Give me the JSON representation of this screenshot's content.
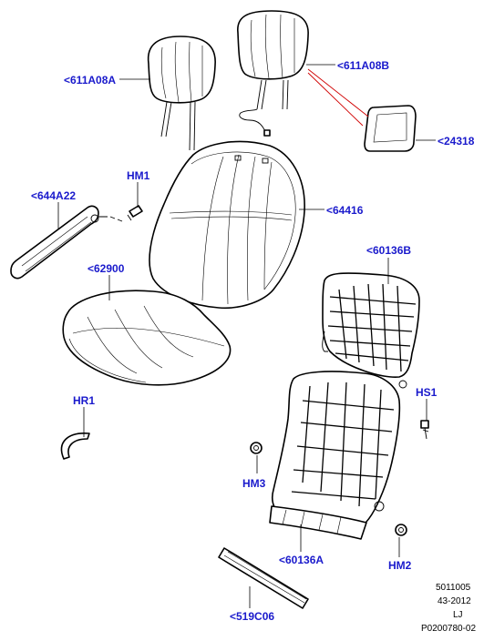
{
  "colors": {
    "callout_text": "#1a1acc",
    "line": "#000000",
    "highlight_leader": "#d00000",
    "background": "#ffffff"
  },
  "callouts": {
    "c611a08a": "<611A08A",
    "c611a08b": "<611A08B",
    "c24318": "<24318",
    "hm1": "HM1",
    "c644a22": "<644A22",
    "c64416": "<64416",
    "c60136b": "<60136B",
    "c62900": "<62900",
    "hr1": "HR1",
    "hs1": "HS1",
    "hm3": "HM3",
    "c60136a": "<60136A",
    "hm2": "HM2",
    "c519c06": "<519C06"
  },
  "reference_block": {
    "line1": "5011005",
    "line2": "43-2012",
    "line3": "LJ",
    "line4": "P0200780-02"
  }
}
